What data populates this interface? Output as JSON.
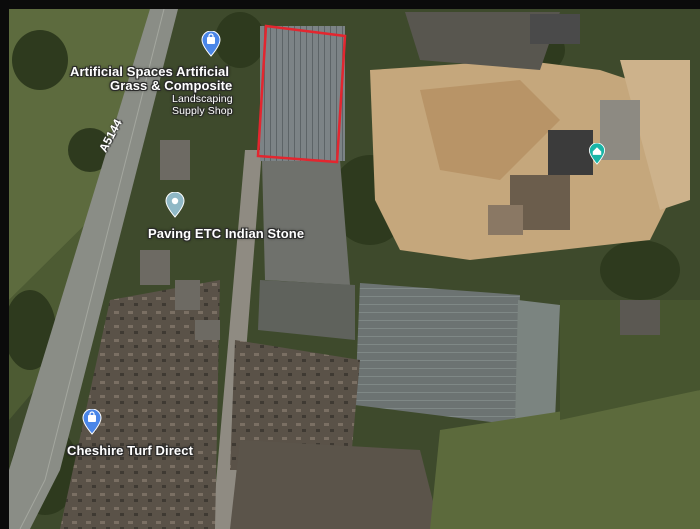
{
  "places": [
    {
      "name_line1": "Artificial Spaces Artificial",
      "name_line2": "Grass & Composite",
      "category_line1": "Landscaping",
      "category_line2": "Supply Shop",
      "icon": "shopping-bag-icon",
      "color": "#4a86e8"
    },
    {
      "name": "Paving ETC Indian Stone",
      "icon": "map-pin-icon",
      "color": "#8fb8c6"
    },
    {
      "name": "Cheshire Turf Direct",
      "icon": "shopping-bag-icon",
      "color": "#4a86e8"
    },
    {
      "name": "",
      "icon": "home-icon",
      "color": "#19b5a7"
    }
  ],
  "road": {
    "label": "A5144"
  },
  "selection": {
    "color": "#e3262f"
  }
}
